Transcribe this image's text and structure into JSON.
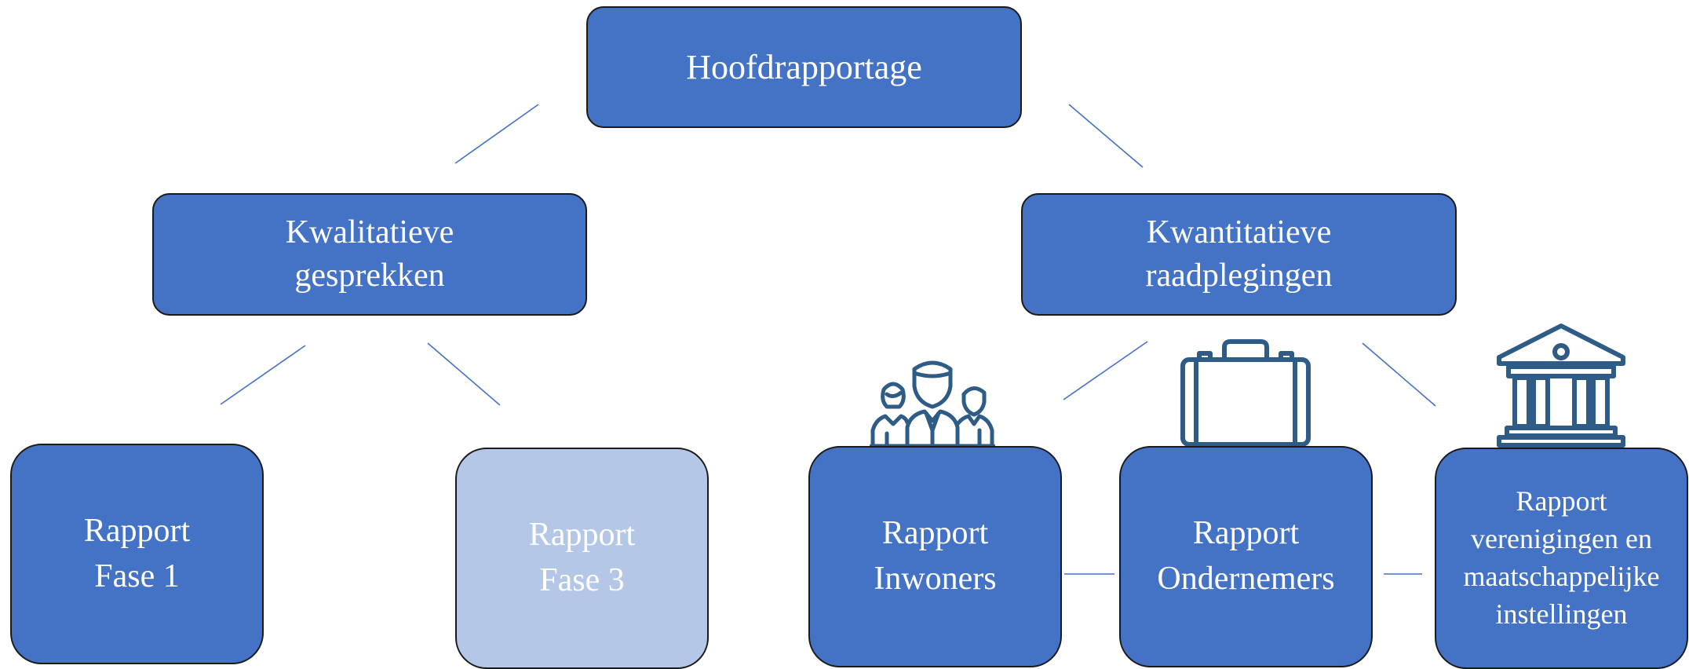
{
  "diagram": {
    "colors": {
      "box_fill": "#4472C4",
      "box_fill_inactive": "#B4C7E7",
      "box_border": "#1a1a1a",
      "connector": "#4472C4",
      "icon_stroke": "#2E5C87",
      "text": "#ffffff"
    },
    "root": {
      "label": "Hoofdrapportage"
    },
    "branches": {
      "qualitative": {
        "label": "Kwalitatieve\ngesprekken"
      },
      "quantitative": {
        "label": "Kwantitatieve\nraadplegingen"
      }
    },
    "reports": {
      "fase1": {
        "label": "Rapport\nFase 1"
      },
      "fase3": {
        "label": "Rapport\nFase 3",
        "state": "inactive"
      },
      "inwoners": {
        "label": "Rapport\nInwoners",
        "icon": "people-group-icon"
      },
      "ondernemers": {
        "label": "Rapport\nOndernemers",
        "icon": "briefcase-icon"
      },
      "verenigingen": {
        "label": "Rapport\nverenigingen en\nmaatschappelijke\ninstellingen",
        "icon": "institution-building-icon"
      }
    }
  }
}
